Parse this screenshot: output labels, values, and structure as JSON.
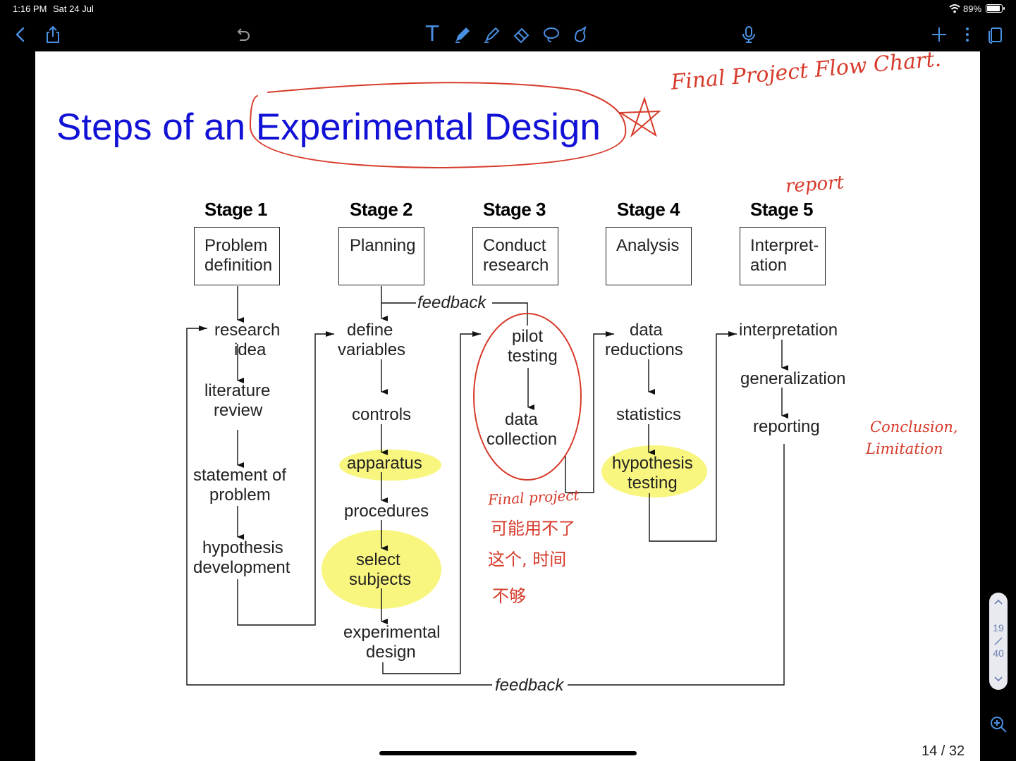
{
  "status": {
    "time": "1:16 PM",
    "date": "Sat 24 Jul",
    "battery": "89%"
  },
  "toolbar": {
    "text_tool": "T",
    "icons": [
      "back-icon",
      "share-icon",
      "undo-icon",
      "text-icon",
      "pen-icon",
      "highlighter-icon",
      "eraser-icon",
      "lasso-icon",
      "shapes-icon",
      "microphone-icon",
      "add-icon",
      "more-icon",
      "pages-icon"
    ]
  },
  "slide": {
    "title": "Steps of an Experimental Design",
    "stages": [
      {
        "label": "Stage 1",
        "box": [
          "Problem",
          "definition"
        ]
      },
      {
        "label": "Stage 2",
        "box": [
          "Planning"
        ]
      },
      {
        "label": "Stage 3",
        "box": [
          "Conduct",
          "research"
        ]
      },
      {
        "label": "Stage 4",
        "box": [
          "Analysis"
        ]
      },
      {
        "label": "Stage 5",
        "box": [
          "Interpret-",
          "ation"
        ]
      }
    ],
    "flow": {
      "col1": [
        "research",
        "idea",
        "literature",
        "review",
        "statement of",
        "problem",
        "hypothesis",
        "development"
      ],
      "col2": [
        "define",
        "variables",
        "controls",
        "apparatus",
        "procedures",
        "select",
        "subjects",
        "experimental",
        "design"
      ],
      "col3": [
        "pilot",
        "testing",
        "data",
        "collection"
      ],
      "col4": [
        "data",
        "reductions",
        "statistics",
        "hypothesis",
        "testing"
      ],
      "col5": [
        "interpretation",
        "generalization",
        "reporting"
      ]
    },
    "feedback_label": "feedback"
  },
  "annotations": {
    "flow_chart_note": "Final Project Flow Chart.",
    "report_note": "report",
    "conclusion_note": [
      "Conclusion,",
      "Limitation"
    ],
    "final_project_note": [
      "Final project",
      "可能用不了",
      "这个, 时间",
      "不够"
    ]
  },
  "navigation": {
    "page_indicator": "14 / 32",
    "current_page": "19",
    "total_pages": "40"
  },
  "colors": {
    "title": "#1212d6",
    "ink": "#d63a2a",
    "highlight": "#f7f570",
    "toolbar_icon": "#4a90e2"
  }
}
